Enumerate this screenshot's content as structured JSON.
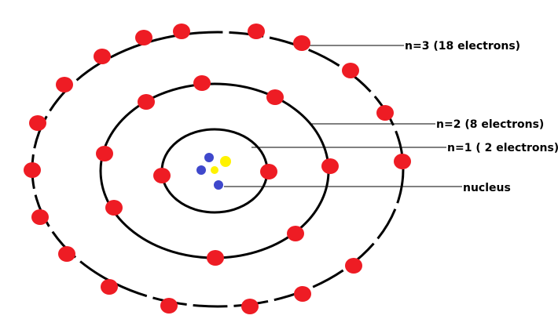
{
  "labels": {
    "shell3": "n=3 (18 electrons)",
    "shell2": "n=2 (8 electrons)",
    "shell1": "n=1 ( 2 electrons)",
    "nucleus": "nucleus"
  },
  "colors": {
    "electron": "#ee1c24",
    "proton": "#3f48cc",
    "neutron": "#fff200",
    "orbit": "#000000",
    "background": "#ffffff"
  },
  "shells": [
    {
      "n": 1,
      "electrons": 2
    },
    {
      "n": 2,
      "electrons": 8
    },
    {
      "n": 3,
      "electrons": 18
    }
  ]
}
